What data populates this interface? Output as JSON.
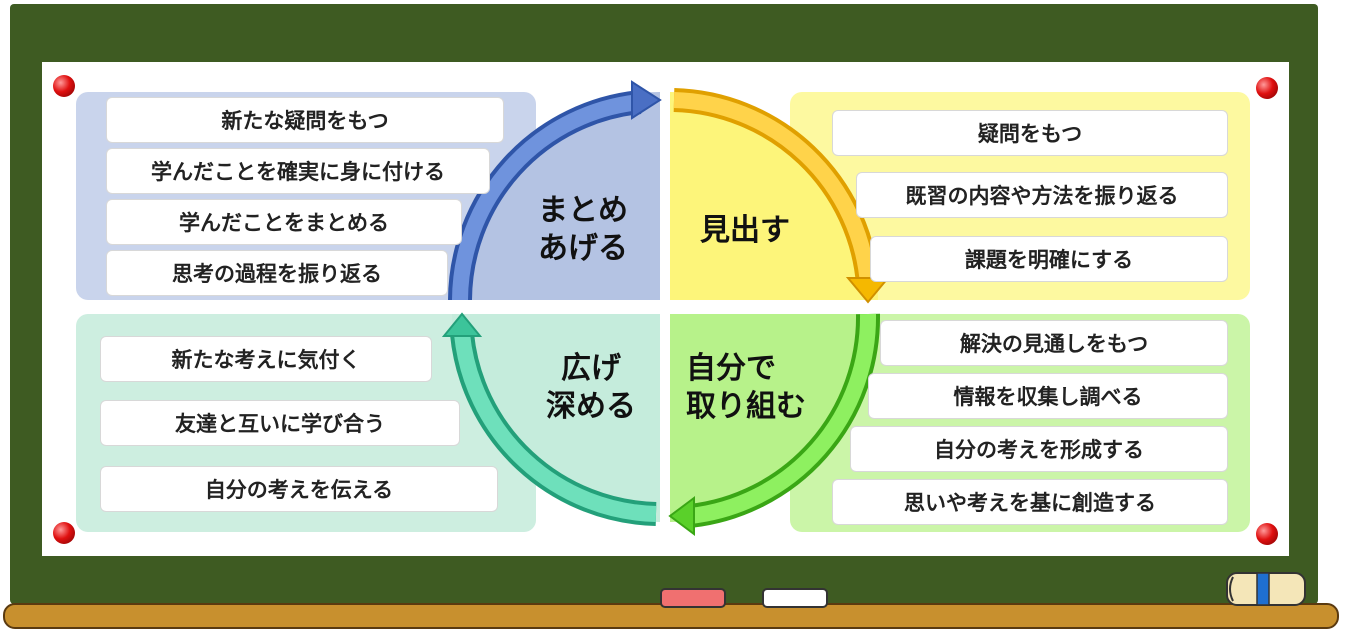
{
  "quadrants": {
    "top_left": {
      "label_line1": "まとめ",
      "label_line2": "あげる",
      "items": [
        "新たな疑問をもつ",
        "学んだことを確実に身に付ける",
        "学んだことをまとめる",
        "思考の過程を振り返る"
      ]
    },
    "top_right": {
      "label_line1": "見出す",
      "items": [
        "疑問をもつ",
        "既習の内容や方法を振り返る",
        "課題を明確にする"
      ]
    },
    "bottom_right": {
      "label_line1": "自分で",
      "label_line2": "取り組む",
      "items": [
        "解決の見通しをもつ",
        "情報を収集し調べる",
        "自分の考えを形成する",
        "思いや考えを基に創造する"
      ]
    },
    "bottom_left": {
      "label_line1": "広げ",
      "label_line2": "深める",
      "items": [
        "新たな考えに気付く",
        "友達と互いに学び合う",
        "自分の考えを伝える"
      ]
    }
  },
  "colors": {
    "board": "#3e5b22",
    "blue_fill": "#b4c3e3",
    "yellow_fill": "#fdf57a",
    "green_fill": "#b7f28a",
    "teal_fill": "#c5ecdc",
    "blue_arrow": "#4a6fc4",
    "yellow_arrow": "#f5b800",
    "green_arrow": "#5ad02a",
    "teal_arrow": "#3cc49a"
  }
}
